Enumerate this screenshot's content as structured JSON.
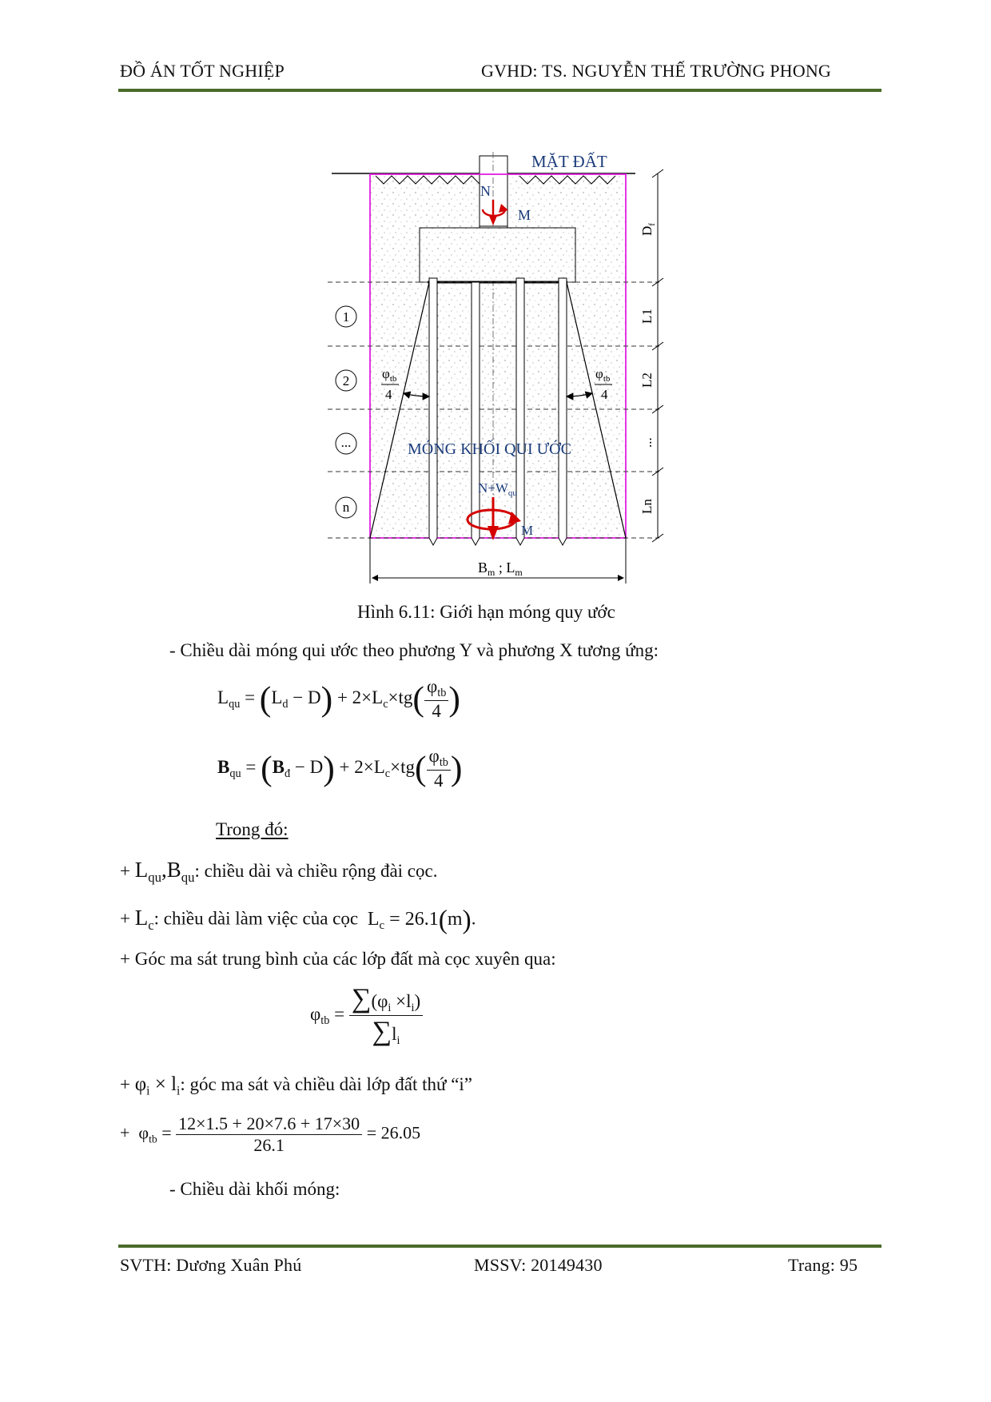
{
  "header": {
    "left": "ĐỒ ÁN TỐT NGHIỆP",
    "right": "GVHD: TS. NGUYỄN THẾ TRƯỜNG PHONG"
  },
  "figure": {
    "ground_label": "MẶT ĐẤT",
    "load_N": "N",
    "moment_M": "M",
    "dim_Df": "D",
    "dim_Df_sub": "f",
    "layer_dims": [
      "L1",
      "L2",
      "...",
      "Ln"
    ],
    "layers": [
      "1",
      "2",
      "...",
      "n"
    ],
    "angle_num": "φ",
    "angle_sub": "tb",
    "angle_den": "4",
    "block_label": "MÓNG KHỐI QUI ƯỚC",
    "bottom_load": "N+W",
    "bottom_load_sub": "qu",
    "bottom_moment": "M",
    "width_label": "B",
    "width_sub_m": "m",
    "width_sep": " ; ",
    "width_label2": "L",
    "caption": "Hình 6.11: Giới hạn móng quy ước"
  },
  "body": {
    "intro": "- Chiều dài móng qui ước theo phương Y và phương X tương ứng:",
    "where": "Trong đó:",
    "item1_text": ": chiều dài và chiều rộng đài cọc.",
    "item2_text": ": chiều dài làm việc của cọc",
    "item2_value": "26.1",
    "item2_unit": "m",
    "item3": "+ Góc ma sát trung bình của các lớp đất mà cọc xuyên qua:",
    "item4_text": ": góc ma sát và chiều dài lớp đất thứ “i”",
    "phi_num": "12×1.5 + 20×7.6 + 17×30",
    "phi_den": "26.1",
    "phi_result": "= 26.05",
    "tail": "- Chiều dài khối móng:"
  },
  "footer": {
    "left": "SVTH: Dương Xuân Phú",
    "middle": "MSSV: 20149430",
    "right": "Trang: 95"
  }
}
